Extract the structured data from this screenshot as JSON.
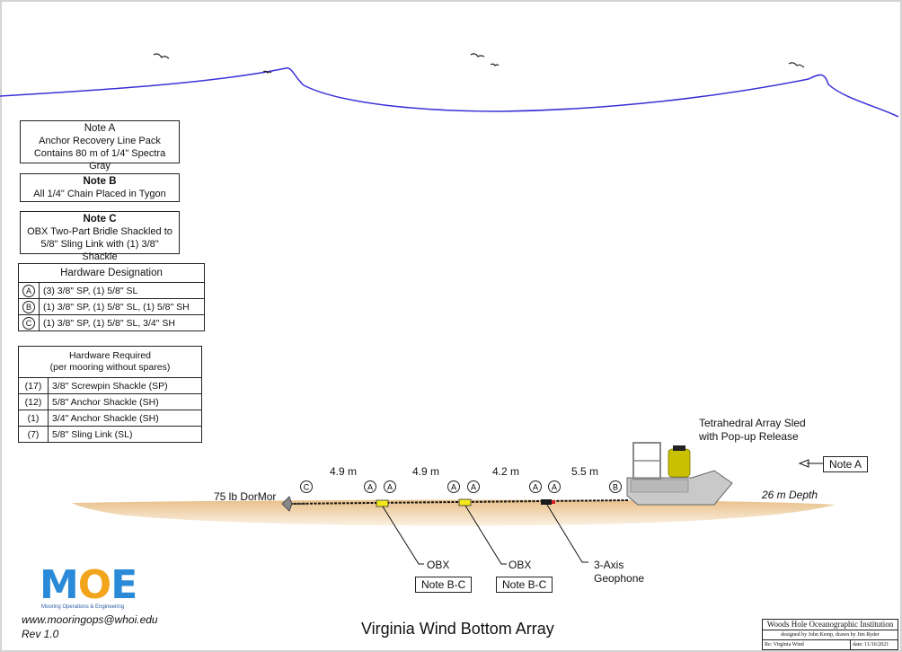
{
  "notes": {
    "a": {
      "title": "Note A",
      "lines": [
        "Anchor Recovery Line Pack",
        "Contains 80 m of 1/4\" Spectra Gray"
      ]
    },
    "b": {
      "title": "Note B",
      "lines": [
        "All 1/4\" Chain Placed in Tygon"
      ]
    },
    "c": {
      "title": "Note C",
      "lines": [
        "OBX Two-Part Bridle Shackled to",
        "5/8\" Sling Link with (1) 3/8\" Shackle"
      ]
    }
  },
  "hardware_designation": {
    "title": "Hardware Designation",
    "rows": [
      {
        "key": "A",
        "text": "(3) 3/8\" SP, (1) 5/8\" SL"
      },
      {
        "key": "B",
        "text": "(1) 3/8\" SP, (1) 5/8\" SL, (1) 5/8\" SH"
      },
      {
        "key": "C",
        "text": "(1) 3/8\" SP, (1) 5/8\" SL, 3/4\" SH"
      }
    ]
  },
  "hardware_required": {
    "title": "Hardware Required",
    "subtitle": "(per mooring without spares)",
    "rows": [
      {
        "qty": "(17)",
        "item": "3/8\" Screwpin Shackle (SP)"
      },
      {
        "qty": "(12)",
        "item": "5/8\" Anchor Shackle (SH)"
      },
      {
        "qty": "(1)",
        "item": "3/4\" Anchor Shackle (SH)"
      },
      {
        "qty": "(7)",
        "item": "5/8\" Sling Link (SL)"
      }
    ]
  },
  "diagram": {
    "sled_label_1": "Tetrahedral Array Sled",
    "sled_label_2": "with Pop-up Release",
    "note_a_box": "Note A",
    "depth": "26 m Depth",
    "anchor_label": "75 lb DorMor",
    "spacings": [
      "4.9 m",
      "4.9 m",
      "4.2 m",
      "5.5 m"
    ],
    "hardware_markers": [
      "C",
      "A",
      "A",
      "A",
      "A",
      "A",
      "A",
      "B"
    ],
    "obx_1": "OBX",
    "obx_2": "OBX",
    "note_bc_1": "Note B-C",
    "note_bc_2": "Note B-C",
    "geophone_1": "3-Axis",
    "geophone_2": "Geophone",
    "colors": {
      "water_line": "#3a2fd6",
      "seabed": "#d9ab72",
      "obx": "#f2e81a",
      "sled": "#c9c9c9",
      "float": "#c9c000"
    }
  },
  "footer": {
    "logo_m": "M",
    "logo_o": "O",
    "logo_e": "E",
    "logo_sub": "Mooring Operations & Engineering",
    "email": "www.mooringops@whoi.edu",
    "rev": "Rev 1.0",
    "title": "Virginia Wind Bottom Array"
  },
  "title_block": {
    "org": "Woods Hole Oceanographic Institution",
    "designer": "designed by John Kemp, drawn by Jim Ryder",
    "re": "Re: Virginia Wind",
    "date": "date: 11/16/2021"
  }
}
